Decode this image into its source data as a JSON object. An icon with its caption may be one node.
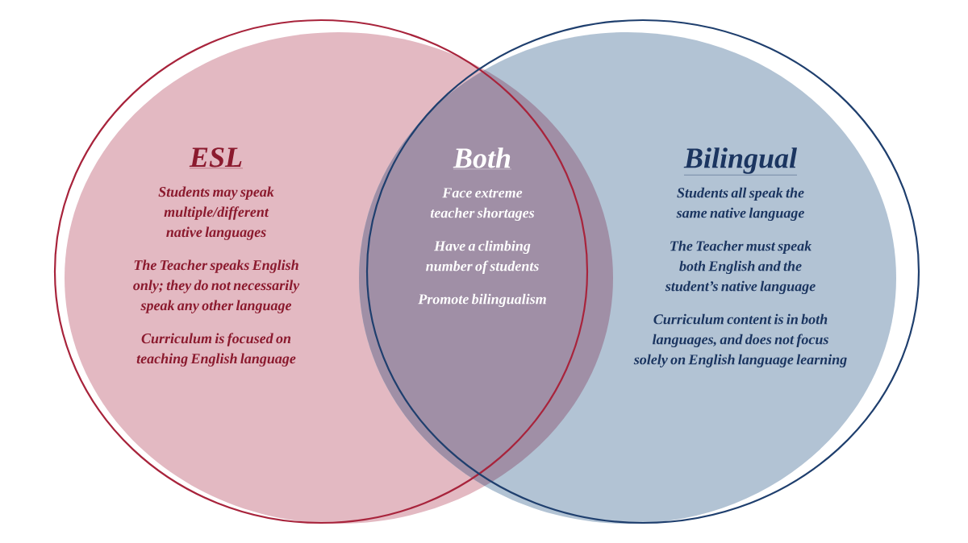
{
  "diagram": {
    "nodes": [
      {
        "text": [
          "ESL",
          "Students may speak multiple/different native languages",
          "The Teacher speaks English only; they do not necessarily speak any other language",
          "Curriculum is focused on teaching English language"
        ]
      },
      {
        "text": [
          "Both",
          "Face extreme teacher shortages",
          "Have a climbing number of students",
          "Promote bilingualism"
        ]
      },
      {
        "text": [
          "Bilingual",
          "Students all speak the same native language",
          "The Teacher must speak both English and the student’s native language",
          "Curriculum content is in both languages, and does not focus solely on English language learning"
        ]
      }
    ]
  }
}
